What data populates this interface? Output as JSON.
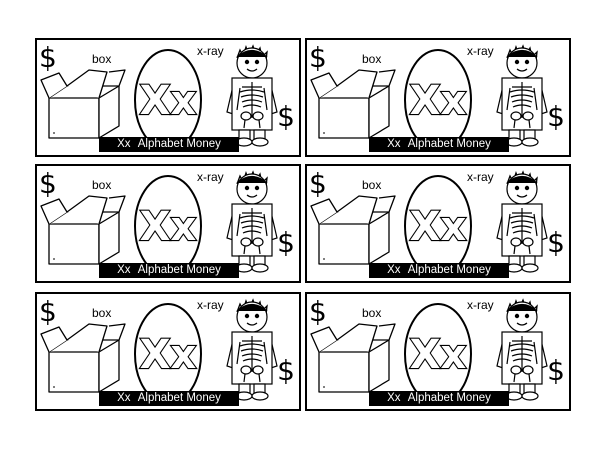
{
  "bills": [
    {
      "tl_symbol": "$",
      "br_symbol": "$",
      "word_left": "box",
      "word_right": "x-ray",
      "letters": "Xx",
      "footer_letters": "Xx",
      "footer_text": "Alphabet Money"
    },
    {
      "tl_symbol": "$",
      "br_symbol": "$",
      "word_left": "box",
      "word_right": "x-ray",
      "letters": "Xx",
      "footer_letters": "Xx",
      "footer_text": "Alphabet Money"
    },
    {
      "tl_symbol": "$",
      "br_symbol": "$",
      "word_left": "box",
      "word_right": "x-ray",
      "letters": "Xx",
      "footer_letters": "Xx",
      "footer_text": "Alphabet Money"
    },
    {
      "tl_symbol": "$",
      "br_symbol": "$",
      "word_left": "box",
      "word_right": "x-ray",
      "letters": "Xx",
      "footer_letters": "Xx",
      "footer_text": "Alphabet Money"
    },
    {
      "tl_symbol": "$",
      "br_symbol": "$",
      "word_left": "box",
      "word_right": "x-ray",
      "letters": "Xx",
      "footer_letters": "Xx",
      "footer_text": "Alphabet Money"
    },
    {
      "tl_symbol": "$",
      "br_symbol": "$",
      "word_left": "box",
      "word_right": "x-ray",
      "letters": "Xx",
      "footer_letters": "Xx",
      "footer_text": "Alphabet Money"
    }
  ],
  "icons": {
    "left": "box-icon",
    "center": "oval-letter-icon",
    "right": "xray-child-icon"
  }
}
